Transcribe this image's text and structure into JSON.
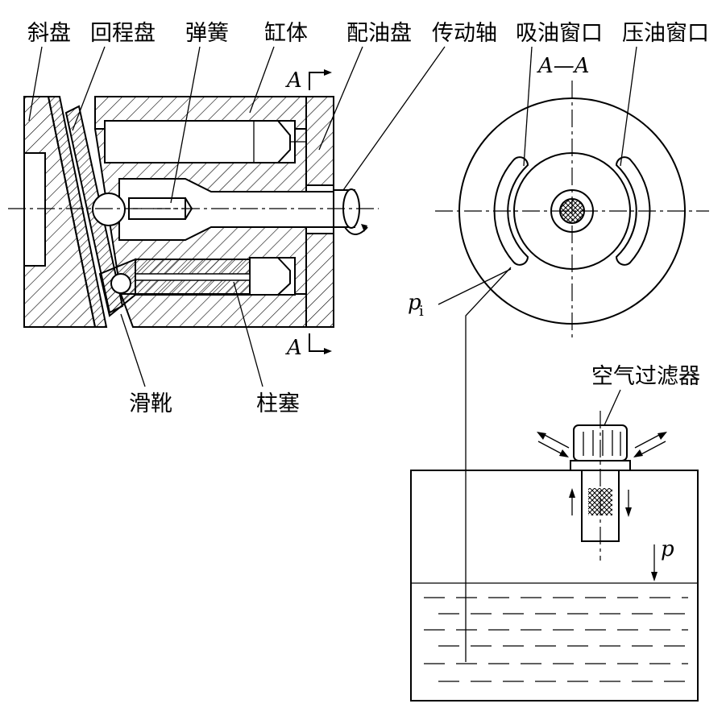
{
  "labels": {
    "swashplate": "斜盘",
    "return_plate": "回程盘",
    "spring": "弹簧",
    "cylinder_block": "缸体",
    "valve_plate": "配油盘",
    "drive_shaft": "传动轴",
    "suction_port": "吸油窗口",
    "pressure_port": "压油窗口",
    "section_title": "A—A",
    "section_mark_top": "A",
    "section_mark_bottom": "A",
    "slipper": "滑靴",
    "piston": "柱塞",
    "air_filter": "空气过滤器",
    "inlet_pressure": "p",
    "inlet_pressure_sub": "i",
    "atm_pressure": "p"
  }
}
